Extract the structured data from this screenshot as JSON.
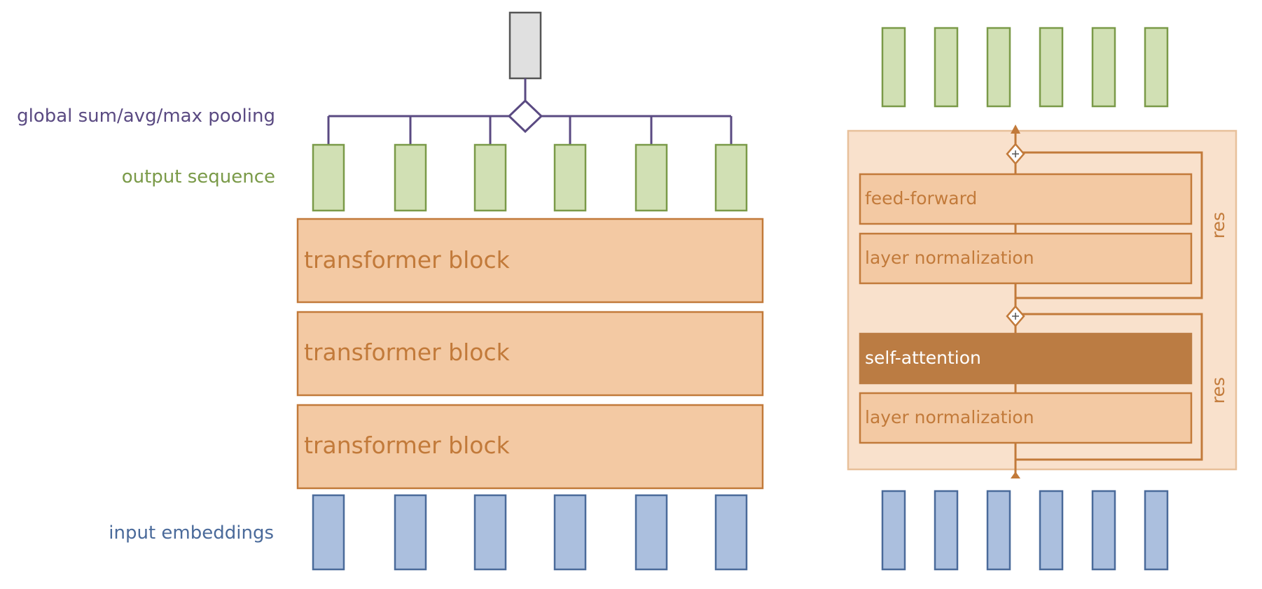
{
  "labels": {
    "pooling": "global sum/avg/max pooling",
    "output_sequence": "output sequence",
    "input_embeddings": "input embeddings"
  },
  "stack": {
    "blocks": [
      "transformer block",
      "transformer block",
      "transformer block"
    ]
  },
  "detail": {
    "feed_forward": "feed-forward",
    "layer_norm_top": "layer normalization",
    "self_attention": "self-attention",
    "layer_norm_bottom": "layer normalization",
    "res_top": "res",
    "res_bottom": "res"
  },
  "colors": {
    "pooling_purple": "#5a4a82",
    "output_green_fill": "#d1e0b4",
    "output_green_stroke": "#7a9a48",
    "input_blue_fill": "#abbfde",
    "input_blue_stroke": "#4a6a9a",
    "block_fill": "#f3c9a3",
    "block_stroke": "#c27a3a",
    "block_text": "#c27a3a",
    "panel_fill": "#f9e1cc",
    "panel_stroke": "#e8c09a",
    "attention_fill": "#bb7c43",
    "pooled_fill": "#e0e0e0",
    "pooled_stroke": "#555555"
  },
  "icons": [
    "diamond-pool-icon",
    "plus-circle-icon"
  ]
}
